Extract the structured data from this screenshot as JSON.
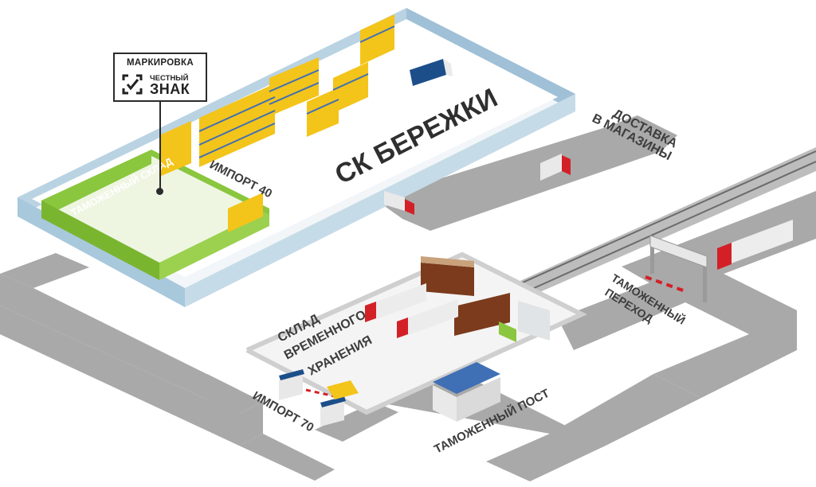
{
  "labels": {
    "warehouse_name": "СК БЕРЕЖКИ",
    "customs_warehouse": "ТАМОЖЕННЫЙ СКЛАД",
    "import_40": "ИМПОРТ 40",
    "delivery_line1": "ДОСТАВКА",
    "delivery_line2": "В МАГАЗИНЫ",
    "customs_crossing_line1": "ТАМОЖЕННЫЙ",
    "customs_crossing_line2": "ПЕРЕХОД",
    "temp_storage_line1": "СКЛАД",
    "temp_storage_line2": "ВРЕМЕННОГО",
    "temp_storage_line3": "ХРАНЕНИЯ",
    "import_70": "ИМПОРТ 70",
    "customs_post": "ТАМОЖЕННЫЙ ПОСТ"
  },
  "callout": {
    "title": "МАРКИРОВКА",
    "brand_top": "ЧЕСТНЫЙ",
    "brand_main": "ЗНАК"
  },
  "colors": {
    "road": "#a9a9a9",
    "wall_blue": "#a8c8dc",
    "customs_green": "#8bc63f",
    "rack_yellow": "#f3c41a",
    "rack_blue": "#3f6fb5",
    "truck_red": "#d32027",
    "container_brown": "#7b3b1c"
  }
}
